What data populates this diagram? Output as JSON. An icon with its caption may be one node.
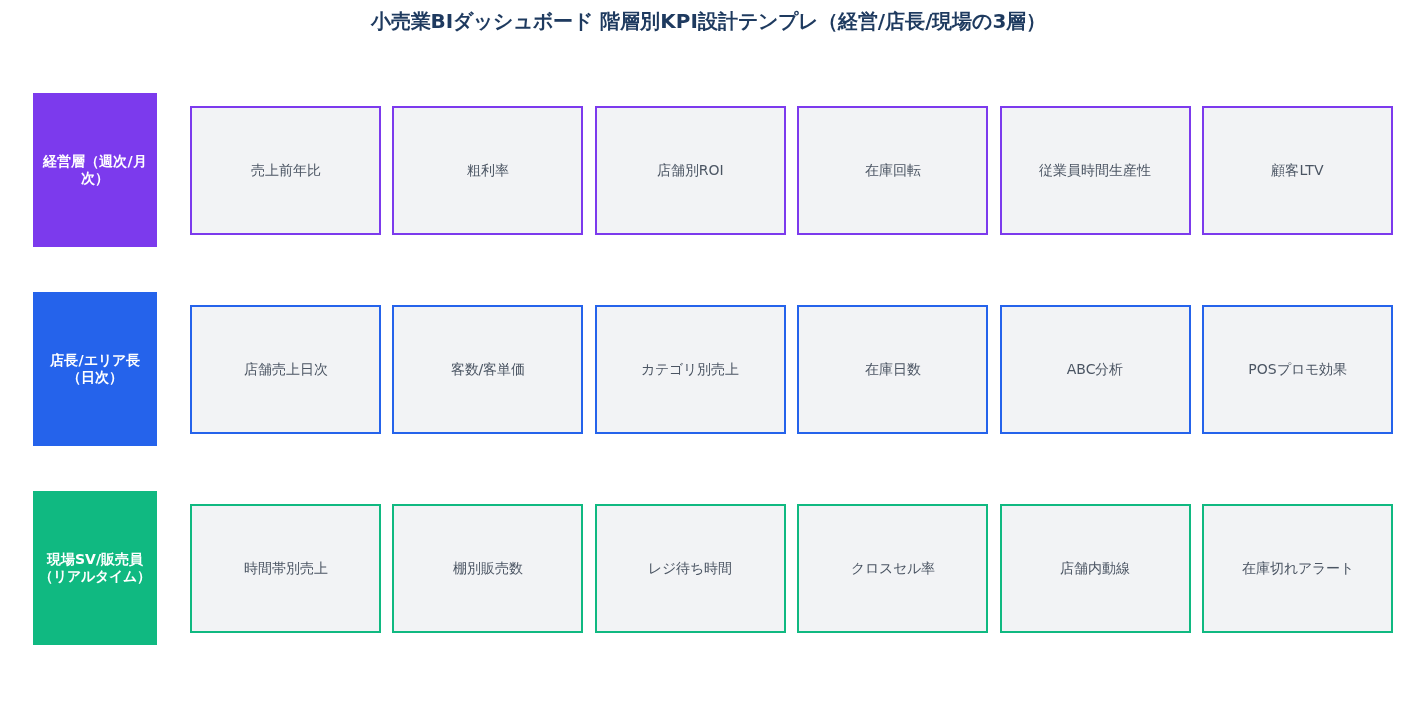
{
  "diagram": {
    "title": "小売業BIダッシュボード 階層別KPI設計テンプレ（経営/店長/現場の3層）",
    "nodes": [
      {
        "text": [
          "経営層（週次/月次）"
        ]
      },
      {
        "text": [
          "売上前年比"
        ]
      },
      {
        "text": [
          "粗利率"
        ]
      },
      {
        "text": [
          "店舗別ROI"
        ]
      },
      {
        "text": [
          "在庫回転"
        ]
      },
      {
        "text": [
          "従業員時間生産性"
        ]
      },
      {
        "text": [
          "顧客LTV"
        ]
      },
      {
        "text": [
          "店長/エリア長（日次）"
        ]
      },
      {
        "text": [
          "店舗売上日次"
        ]
      },
      {
        "text": [
          "客数/客単価"
        ]
      },
      {
        "text": [
          "カテゴリ別売上"
        ]
      },
      {
        "text": [
          "在庫日数"
        ]
      },
      {
        "text": [
          "ABC分析"
        ]
      },
      {
        "text": [
          "POSプロモ効果"
        ]
      },
      {
        "text": [
          "現場SV/販売員（リアルタイム）"
        ]
      },
      {
        "text": [
          "時間帯別売上"
        ]
      },
      {
        "text": [
          "棚別販売数"
        ]
      },
      {
        "text": [
          "レジ待ち時間"
        ]
      },
      {
        "text": [
          "クロスセル率"
        ]
      },
      {
        "text": [
          "店舗内動線"
        ]
      },
      {
        "text": [
          "在庫切れアラート"
        ]
      }
    ]
  }
}
